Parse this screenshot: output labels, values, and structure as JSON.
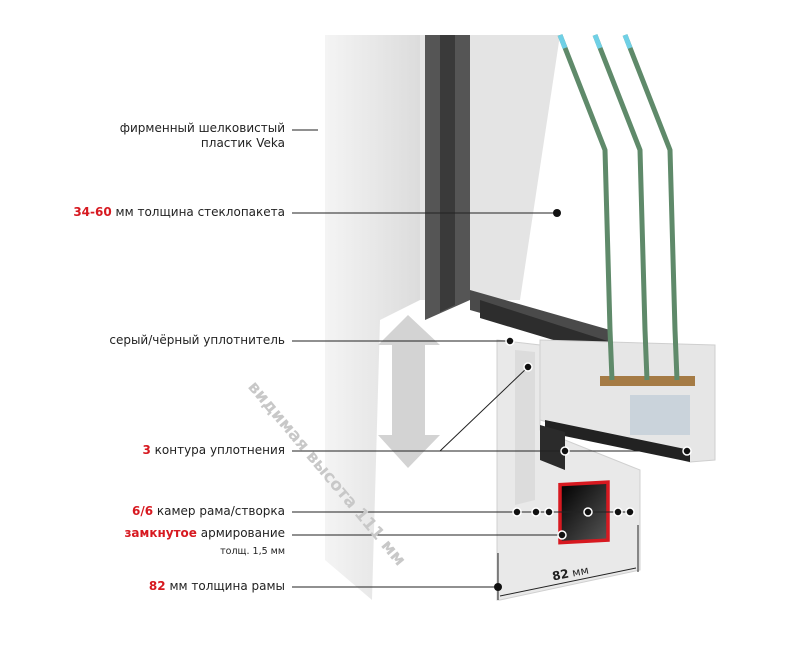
{
  "labels": {
    "plastic_line1": "фирменный шелковистый",
    "plastic_line2": "пластик Veka",
    "glass_value": "34-60",
    "glass_text": "мм толщина стеклопакета",
    "seal_text": "серый/чёрный уплотнитель",
    "contours_value": "3",
    "contours_text": "контура уплотнения",
    "chambers_value": "6/6",
    "chambers_text": "камер рама/створка",
    "reinf_value": "замкнутое",
    "reinf_text": "армирование",
    "reinf_note": "толщ. 1,5 мм",
    "frame_value": "82",
    "frame_text": "мм толщина рамы"
  },
  "dimension": {
    "value": "82",
    "unit": "мм"
  },
  "visible_height": "видимая высота 111 мм",
  "colors": {
    "accent": "#d71920",
    "glass": "#5f8a6a",
    "seal": "#333333"
  }
}
